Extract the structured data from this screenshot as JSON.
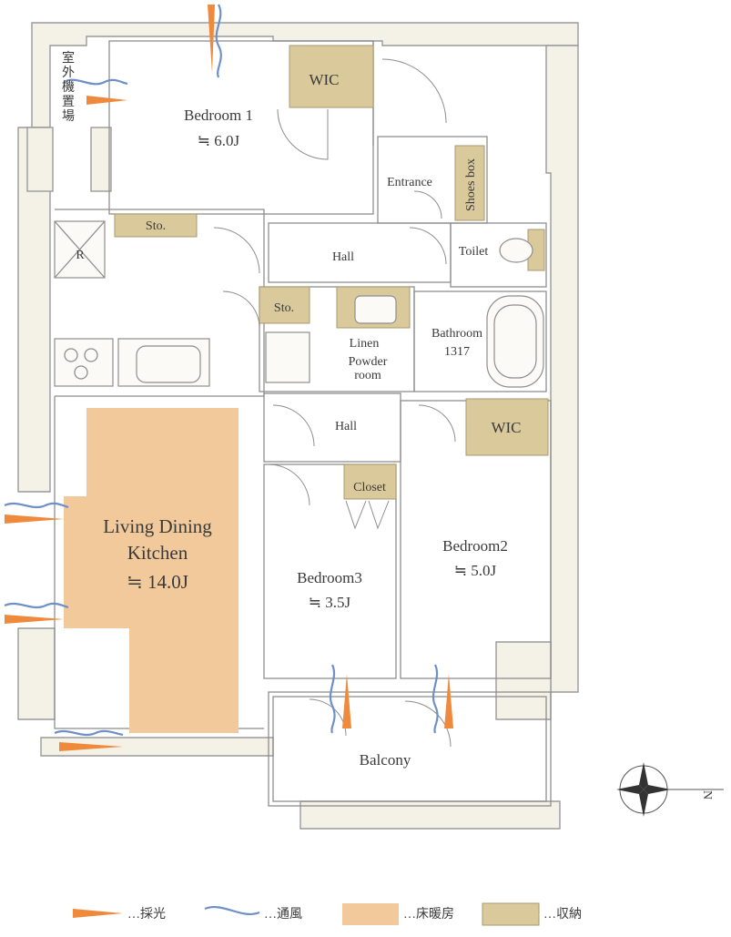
{
  "rooms": {
    "bedroom1": {
      "name": "Bedroom 1",
      "size": "≒ 6.0J"
    },
    "bedroom2": {
      "name": "Bedroom2",
      "size": "≒ 5.0J"
    },
    "bedroom3": {
      "name": "Bedroom3",
      "size": "≒ 3.5J"
    },
    "ldk": {
      "name_line1": "Living Dining",
      "name_line2": "Kitchen",
      "size": "≒ 14.0J"
    },
    "wic1": "WIC",
    "wic2": "WIC",
    "entrance": "Entrance",
    "shoes_box": "Shoes box",
    "sto1": "Sto.",
    "sto2": "Sto.",
    "refrigerator": "R",
    "hall1": "Hall",
    "hall2": "Hall",
    "toilet": "Toilet",
    "linen": "Linen",
    "powder_room_line1": "Powder",
    "powder_room_line2": "room",
    "bathroom": "Bathroom",
    "bathroom_size": "1317",
    "closet": "Closet",
    "balcony": "Balcony",
    "outdoor_unit": [
      "室",
      "外",
      "機",
      "置",
      "場"
    ]
  },
  "compass": {
    "label": "N"
  },
  "legend": [
    {
      "symbol": "light-arrow",
      "label": "…採光"
    },
    {
      "symbol": "wind-wave",
      "label": "…通風"
    },
    {
      "symbol": "floor-heating-swatch",
      "label": "…床暖房"
    },
    {
      "symbol": "storage-swatch",
      "label": "…収納"
    }
  ],
  "colors": {
    "floor_heating": "#f1c99a",
    "storage": "#d9c99b",
    "light": "#ef8a3c",
    "wind": "#6e90c6",
    "wall": "#f4f1e6"
  }
}
